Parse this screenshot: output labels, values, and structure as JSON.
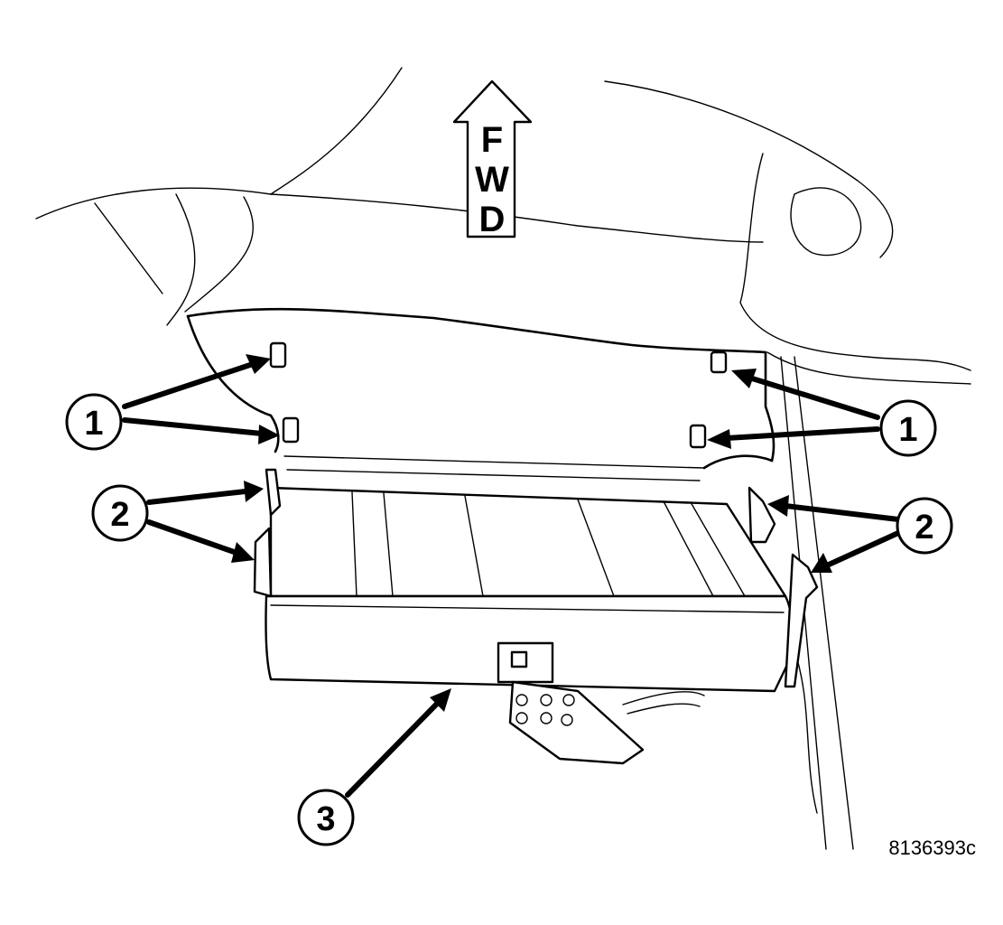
{
  "direction_arrow": {
    "letters": [
      "F",
      "W",
      "D"
    ]
  },
  "callouts": {
    "clips": "1",
    "brackets": "2",
    "module": "3"
  },
  "figure_id": "8136393c"
}
